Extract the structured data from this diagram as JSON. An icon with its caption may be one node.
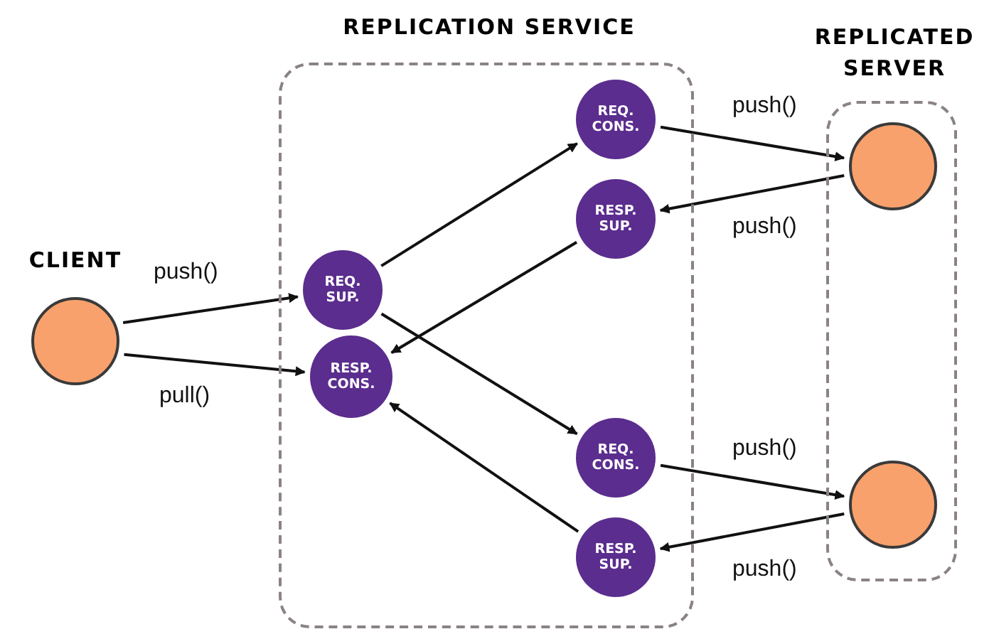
{
  "diagram": {
    "nodes": [
      {
        "text": [
          "CLIENT"
        ]
      },
      {
        "text": [
          "REPLICATION SERVICE"
        ]
      },
      {
        "text": [
          "REQ. SUP."
        ],
        "in": 1
      },
      {
        "text": [
          "RESP. CONS."
        ],
        "in": 1
      },
      {
        "text": [
          "REQ. CONS."
        ],
        "in": 1
      },
      {
        "text": [
          "RESP. SUP."
        ],
        "in": 1
      },
      {
        "text": [
          "REQ. CONS."
        ],
        "in": 1
      },
      {
        "text": [
          "RESP. SUP."
        ],
        "in": 1
      },
      {
        "text": [
          "REPLICATED SERVER"
        ]
      },
      {
        "text": [],
        "shape": "circle",
        "in": 8
      },
      {
        "text": [],
        "shape": "circle",
        "in": 8
      }
    ],
    "edges": [
      {
        "from": 0,
        "to": 2,
        "arrow": "to",
        "label": "push()"
      },
      {
        "from": 0,
        "to": 3,
        "arrow": "to",
        "label": "pull()"
      },
      {
        "from": 2,
        "to": 4,
        "arrow": "to"
      },
      {
        "from": 2,
        "to": 6,
        "arrow": "to"
      },
      {
        "from": 5,
        "to": 3,
        "arrow": "to"
      },
      {
        "from": 7,
        "to": 3,
        "arrow": "to"
      },
      {
        "from": 4,
        "to": 9,
        "arrow": "to",
        "label": "push()"
      },
      {
        "from": 9,
        "to": 5,
        "arrow": "to",
        "label": "push()"
      },
      {
        "from": 6,
        "to": 10,
        "arrow": "to",
        "label": "push()"
      },
      {
        "from": 10,
        "to": 7,
        "arrow": "to",
        "label": "push()"
      }
    ]
  }
}
